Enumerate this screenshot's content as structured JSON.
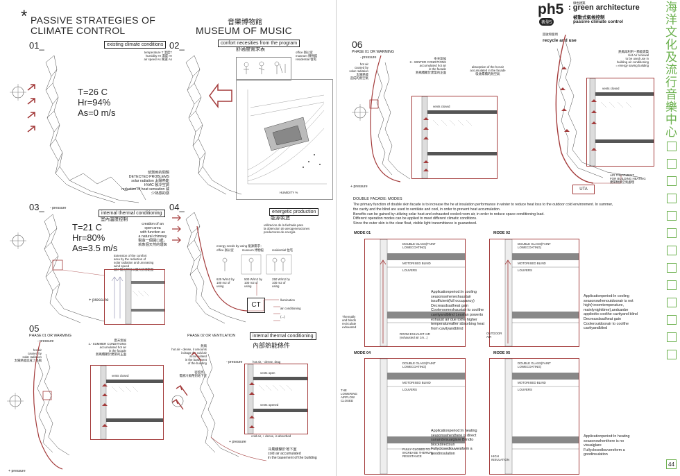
{
  "header": {
    "asterisk": "*",
    "title_line1": "PASSIVE STRATEGIES OF",
    "title_line2": "CLIMATE CONTROL",
    "museum_zh": "音樂博物館",
    "museum_en": "MUSEUM OF MUSIC"
  },
  "sec01": {
    "num": "01_",
    "label": "existing climate conditions",
    "params": [
      "temperature T 溫度T",
      "humidity Hr 濕度 Hr",
      "air speed As 風速 As"
    ],
    "t": "T=26 C",
    "hr": "Hr=94%",
    "as": "As=0 m/s",
    "problems": [
      "偵測到的問題",
      "DETECTED PROBLEMS",
      "solar radiation 太陽熱能",
      "HVAC 製冷空調",
      "reduction of heat sensation 減少熱感的感"
    ]
  },
  "sec02": {
    "num": "02_",
    "label": "confort necesities from the program",
    "label_zh": "舒適度需求表",
    "uses": [
      "office 辦公室",
      "museum 博物館",
      "residential 住宅"
    ],
    "humidity": "HUMIDITY %"
  },
  "sec03": {
    "num": "03_",
    "pressure": "- pressure",
    "pressure2": "+ pressure",
    "label": "internal thermal conditioning",
    "label_zh": "室內溫度控制",
    "t": "T=21 C",
    "hr": "Hr=80%",
    "as": "As=3.5 m/s",
    "note1": [
      "creation of an",
      "open area",
      "with function as",
      "a natural chimney",
      "製造一個開口處，",
      "就象個天然的煙囪"
    ],
    "note2": [
      "Extension of the comfort",
      "area by the reduction of",
      "solar radiation and unceasing",
      "wind speed",
      "減少陽光輻射以擴大舒適範圍"
    ]
  },
  "sec04": {
    "num": "04_",
    "label": "energetic production",
    "label_zh": "能源製造",
    "desc": [
      "utilizacion de la fachada para",
      "la obtencion de aerogeneraciones",
      "productoras de energía"
    ],
    "needs": "energy needs by using 能源需求：",
    "uses": [
      "office 辦公室",
      "museum 博物館",
      "residential 住宅"
    ],
    "vals": [
      "625 W/m2 by 100 m2 of using",
      "500 W/m2 by 100 m2 of using",
      "250 W/m2 by 100 m2 of using"
    ],
    "legend": [
      "llumination",
      "air conditioning",
      "(...)"
    ],
    "ct": "CT"
  },
  "sec05": {
    "num": "05",
    "phase01": "PHASE 01 OR WARMING",
    "pressure": "- pressure",
    "pressure2": "+ pressure",
    "hotair": [
      "hot air",
      "caused by",
      "solar radiation",
      "太陽熱能造成了熱風"
    ],
    "summer": [
      "夏天氣候",
      "1.- SUMMER CONDITIONS",
      "accumulated hot air",
      "in the facade",
      "熱風積聚於建築的正面"
    ],
    "vents_closed": "vents closed",
    "phase02": "PHASE 02 OR VENTILATION",
    "int_label": "internal thermal conditioning",
    "int_label_zh": "內部熱能條件",
    "hotair2": [
      "熱風",
      "hot air - dense, it amounts",
      "it drags the cold air",
      "accumulated",
      "in the basement",
      "of the building"
    ],
    "dense": [
      "密度高，",
      "需將冷風帶到地下室"
    ],
    "pressure3": "- pressure",
    "hotair_dense": "hot air, - dense, drag",
    "vents_open": "vents open",
    "vents_opened": "vents opened",
    "cold_air": "cold air, + dense, is absorbed",
    "pressure4": "+ pressure",
    "cold_basement": [
      "冷風積聚於地下室",
      "cold air accumulated",
      "in the basement of the building"
    ]
  },
  "sec06": {
    "num": "06",
    "phase": "PHASE 01 OR WARMING",
    "pressure": "- pressure",
    "pressure2": "+ pressure",
    "hotair": [
      "hot air",
      "caused by",
      "solar radiation",
      "太陽熱能",
      "造成的熱空氣"
    ],
    "winter": [
      "冬天氣候",
      "2.- WINTER CONDITIONS",
      "accumulated hot air",
      "in the facade",
      "熱風積聚於建築的正面"
    ],
    "absorption": [
      "absorption of the hot air",
      "accumulated in the facade",
      "吸收累積的熱空氣"
    ],
    "vents_closed": "vents closed",
    "renewal": [
      "熱風再利用＝節能建築",
      "Hot Air renewal",
      "to be used use in",
      "building air conditioning",
      "= energy saving building"
    ],
    "air_treatment": [
      "AIR TREATMENT",
      "FOR BUILDING HEATING",
      "建築物熱空氣處理"
    ],
    "uta": "UTA"
  },
  "brand": {
    "ph": "ph5",
    "small": "綠色建築",
    "green": ": green architecture",
    "sub_zh": "被動式氣候控制",
    "sub_en": "passive climate control",
    "badge": "表型5",
    "recycle_zh": "回收和使用",
    "recycle_en": "recycle and use"
  },
  "double": {
    "title": "DOUBLE FACADE: MODES",
    "lines": [
      "The primary function of double skin facade is to increase the he at insulation performance in winter  to reduce heat loss to the  outdoor cold environment.  In summer,",
      "the cavity and the blind are used to ventilate  and cool, in order to prevent heat accumulation.",
      "Benefits can be gained by utilizing solar heat and exhausted cooled room air, in order to reduce space conditioning load.",
      "Different operation modes can be applied to meet different climatic conditions.",
      "Since the outer skin is the clear float, visible light transmittance is guaranteed."
    ]
  },
  "modes": [
    {
      "title": "MODE 01",
      "text": "Applicationperiod:In cooling seasonswhenexhaustair issufficient(full occupancy) Decreasdsadheat gain Cooleroomexhaustair to coolthe cavityandblind Lessfan powerto exhaust air due tothe higher temperatureafter absorbing heat from cavityandblind"
    },
    {
      "title": "MODE 02",
      "text": "Applicationperiod:In cooling seasonswhenoutdoorair is not high(<roomtemperature, mainlynighttime),andcanbe appliedto coolthe cavityand blind Decreasdsadheat gain Cooleroutdoorair to coolthe cavityandblind"
    },
    {
      "title": "MODE 04",
      "text": "Applicationperiod:In heating seasonswhenthere is direct sunandvisualglare Blindto blockdirectsun Fullyclosedlouversform a goodinsulation"
    },
    {
      "title": "MODE 05",
      "text": "Applicationperiod:In heating seasonswhenthere is no visualglare Fullyclosedlouversform a goodinsulation"
    }
  ],
  "mode_labels": {
    "double_glass": "DOUBLE GLASS(FAINT LOWECOATING)",
    "motor_blind": "MOTORISED BLIND",
    "louvers": "LOUVERS",
    "thermal": [
      "Thermally",
      "and blinds",
      "recirculate",
      "exhausted"
    ],
    "room": [
      "ROOM EXHAUST AIR",
      "(exhausted air 1m...)"
    ],
    "outdoor": [
      "OUTDOOR",
      "AIR"
    ],
    "lowering": [
      "THE",
      "LOWERING",
      "AIRFLOW",
      "CLOSED"
    ],
    "fully_closed": [
      "FULLY CLOSED TO",
      "INCREASE THERMAL",
      "RESISTANCE"
    ],
    "high_insulation": [
      "HIGH",
      "INSULATION"
    ]
  },
  "sidebar": {
    "chars": [
      "海",
      "洋",
      "文",
      "化",
      "及",
      "流",
      "行",
      "音",
      "樂",
      "中",
      "心"
    ],
    "page": "44"
  },
  "colors": {
    "accent": "#a33a3a",
    "green": "#6ab04c",
    "line": "#333333"
  }
}
